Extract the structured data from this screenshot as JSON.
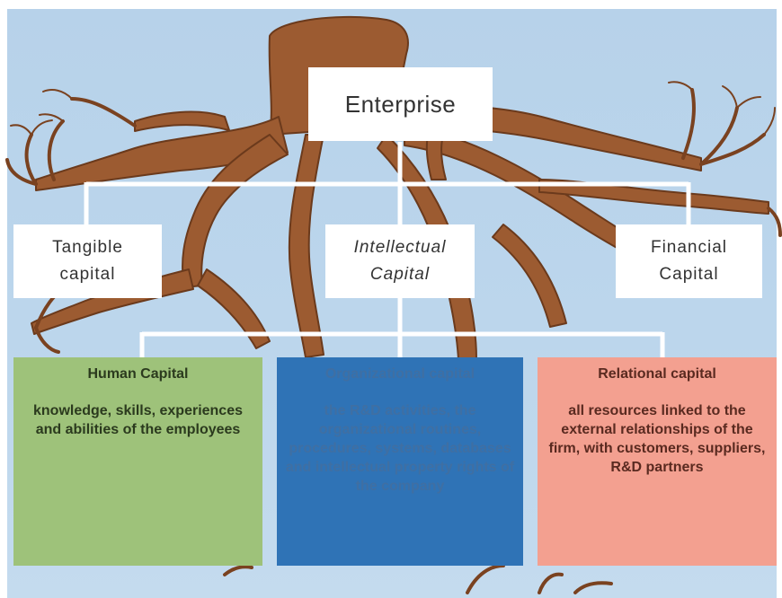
{
  "diagram": {
    "root": {
      "label": "Enterprise"
    },
    "second_level": [
      {
        "label": "Tangible\ncapital",
        "italic": false
      },
      {
        "label": "Intellectual\nCapital",
        "italic": true
      },
      {
        "label": "Financial\nCapital",
        "italic": false
      }
    ],
    "third_level": [
      {
        "title": "Human Capital",
        "body": "knowledge, skills, experiences and abilities of the employees",
        "color": "#9ec27a",
        "text_color": "#2b3a1e"
      },
      {
        "title": "Organizational capital",
        "body": "the R&D activities, the organizational routines, procedures, systems, databases and intellectual property rights of the company",
        "color": "#2f73b6",
        "text_color": "#3f6fa3"
      },
      {
        "title": "Relational capital",
        "body": "all resources linked to the external relationships of the firm, with customers, suppliers, R&D partners",
        "color": "#f3a090",
        "text_color": "#5a2a20"
      }
    ]
  },
  "colors": {
    "background": "#bcd6ec",
    "roots": "#9a5a30",
    "connector": "#ffffff"
  }
}
